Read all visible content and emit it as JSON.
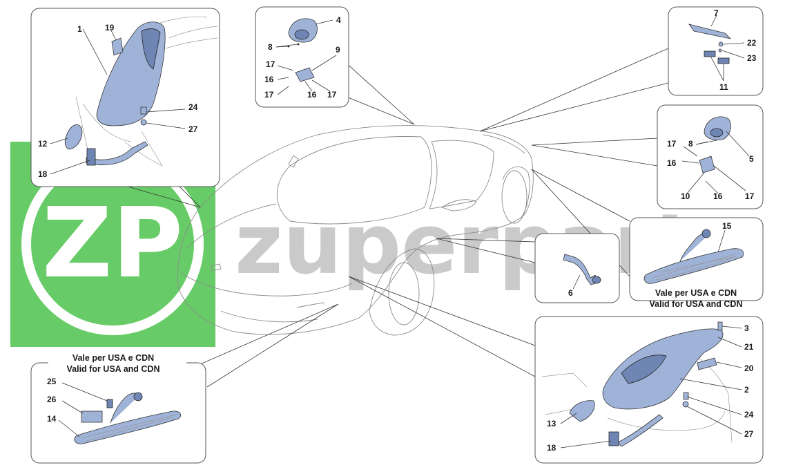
{
  "watermark": {
    "logo_text": "ZP",
    "brand_text": "zuperparts",
    "logo_color": "#2db82d",
    "brand_color": "#8c8c8c"
  },
  "colors": {
    "part_fill": "#9fb3d8",
    "part_dark": "#6f85b3",
    "line": "#333333"
  },
  "panels": {
    "top_left": {
      "labels": [
        "1",
        "19",
        "24",
        "27",
        "12",
        "18"
      ]
    },
    "top_center": {
      "labels": [
        "4",
        "8",
        "9",
        "17",
        "16",
        "17",
        "16",
        "17"
      ]
    },
    "top_right": {
      "labels": [
        "7",
        "22",
        "23",
        "11"
      ]
    },
    "mid_right": {
      "labels": [
        "17",
        "8",
        "5",
        "16",
        "10",
        "16",
        "17"
      ]
    },
    "center_small": {
      "labels": [
        "6"
      ]
    },
    "right_usa": {
      "labels": [
        "15"
      ],
      "note_line1": "Vale per USA e CDN",
      "note_line2": "Valid for USA and CDN"
    },
    "bottom_left_usa": {
      "labels": [
        "25",
        "26",
        "14"
      ],
      "note_line1": "Vale per USA e CDN",
      "note_line2": "Valid for USA and CDN"
    },
    "bottom_right": {
      "labels": [
        "3",
        "21",
        "20",
        "2",
        "13",
        "24",
        "18",
        "27"
      ]
    }
  }
}
